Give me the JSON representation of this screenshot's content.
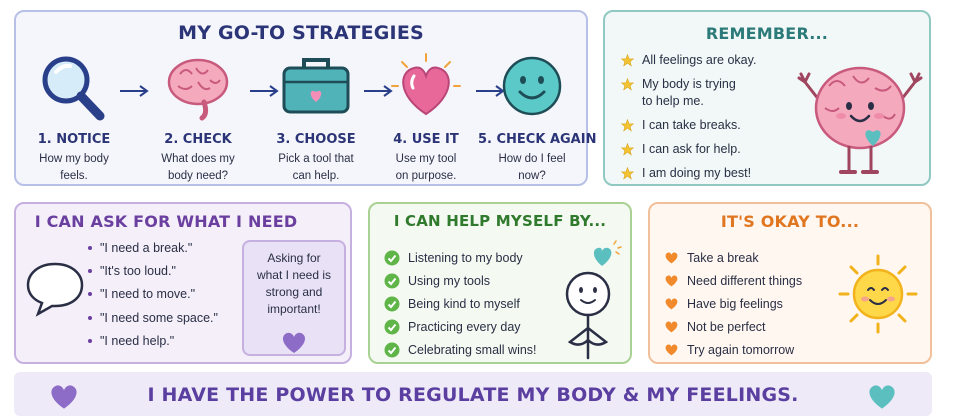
{
  "strategies": {
    "title": "MY GO-TO STRATEGIES",
    "steps": [
      {
        "title": "1. NOTICE",
        "line1": "How my body",
        "line2": "feels."
      },
      {
        "title": "2. CHECK",
        "line1": "What does my",
        "line2": "body need?"
      },
      {
        "title": "3. CHOOSE",
        "line1": "Pick a tool that",
        "line2": "can help."
      },
      {
        "title": "4. USE IT",
        "line1": "Use my tool",
        "line2": "on purpose."
      },
      {
        "title": "5. CHECK AGAIN",
        "line1": "How do I feel",
        "line2": "now?"
      }
    ]
  },
  "remember": {
    "title": "REMEMBER...",
    "items": [
      {
        "line1": "All feelings are okay.",
        "line2": ""
      },
      {
        "line1": "My body is trying",
        "line2": "to help me."
      },
      {
        "line1": "I can take breaks.",
        "line2": ""
      },
      {
        "line1": "I can ask for help.",
        "line2": ""
      },
      {
        "line1": "I am doing my best!",
        "line2": ""
      }
    ]
  },
  "ask": {
    "title": "I CAN ASK FOR WHAT I NEED",
    "items": [
      "\"I need a break.\"",
      "\"It's too loud.\"",
      "\"I need to move.\"",
      "\"I need some space.\"",
      "\"I need help.\""
    ],
    "callout": [
      "Asking for",
      "what I need is",
      "strong and",
      "important!"
    ]
  },
  "help": {
    "title": "I CAN HELP MYSELF BY...",
    "items": [
      "Listening to my body",
      "Using my tools",
      "Being kind to myself",
      "Practicing every day",
      "Celebrating small wins!"
    ]
  },
  "okay": {
    "title": "IT'S OKAY TO...",
    "items": [
      "Take a break",
      "Need different things",
      "Have big feelings",
      "Not be perfect",
      "Try again tomorrow"
    ]
  },
  "banner": {
    "text": "I HAVE THE POWER TO REGULATE MY BODY & MY FEELINGS."
  },
  "colors": {
    "navy": "#2b3476",
    "teal": "#2c7b7a",
    "purple": "#6a3fa0",
    "green": "#2f7a2c",
    "orange": "#e0761f",
    "star": "#f2c230",
    "heart_pink": "#e8689a",
    "heart_purple": "#8d6cc7",
    "heart_teal": "#5bbfc0"
  },
  "icons": [
    "magnifier-icon",
    "brain-icon",
    "toolbox-icon",
    "heart-icon",
    "smiley-icon",
    "star-icon",
    "brain-character-icon",
    "speech-bubble-icon",
    "check-icon",
    "stick-figure-icon",
    "orange-heart-icon",
    "sun-icon"
  ]
}
